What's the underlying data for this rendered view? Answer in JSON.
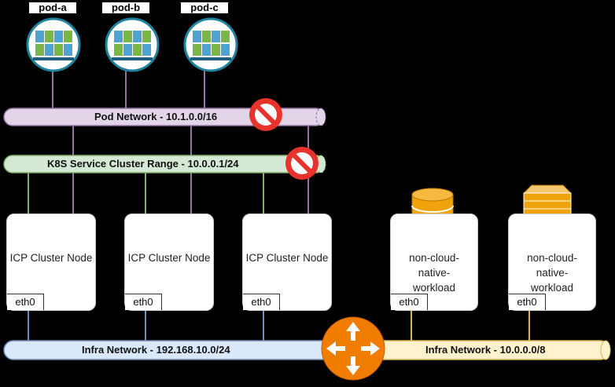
{
  "pods": [
    {
      "label": "pod-a"
    },
    {
      "label": "pod-b"
    },
    {
      "label": "pod-c"
    }
  ],
  "networks": {
    "pod": {
      "label": "Pod Network - 10.1.0.0/16",
      "color": "#e1d5e7",
      "stroke": "#9673a6"
    },
    "service": {
      "label": "K8S Service Cluster Range - 10.0.0.1/24",
      "color": "#d5e8d4",
      "stroke": "#82b366"
    },
    "infra_left": {
      "label": "Infra Network - 192.168.10.0/24",
      "color": "#dae8fc",
      "stroke": "#6c8ebf"
    },
    "infra_right": {
      "label": "Infra Network - 10.0.0.0/8",
      "color": "#fff2cc",
      "stroke": "#d6b656"
    }
  },
  "nodes": [
    {
      "label": "ICP Cluster Node",
      "eth": "eth0"
    },
    {
      "label": "ICP Cluster Node",
      "eth": "eth0"
    },
    {
      "label": "ICP Cluster Node",
      "eth": "eth0"
    },
    {
      "label": "non-cloud-native-workload",
      "eth": "eth0"
    },
    {
      "label": "non-cloud-native-workload",
      "eth": "eth0"
    }
  ],
  "icons": {
    "prohibited": "prohibited-icon",
    "router": "router-icon",
    "database": "database-icon",
    "server": "server-icon",
    "pod": "pod-container-icon"
  }
}
